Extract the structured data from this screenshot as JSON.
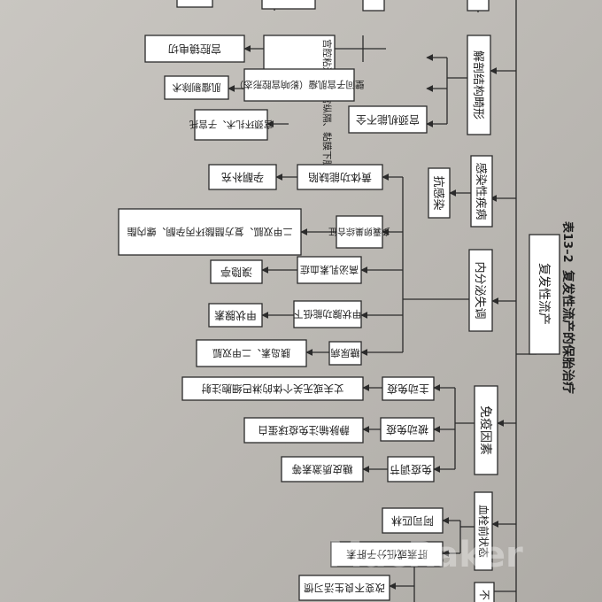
{
  "table": {
    "number": "表13–2",
    "title": "复发性流产的保胎治疗"
  },
  "root": {
    "label": "复发性流产"
  },
  "cause_nodes": {
    "anatomy": "解剖结构畸形",
    "infection": "感染性疾病",
    "endocrine": "内分泌失调",
    "immune": "免疫因素",
    "thrombo": "血栓前状态",
    "partial": "不"
  },
  "anatomy_branches": {
    "a1": "宫腔粘连、子宫纵隔、黏膜下肌瘤",
    "a1_treat": "宫腔镜电切",
    "a2": "壁间子宫肌瘤（影响宫腔形态）",
    "a2_treat": "肌瘤剔除术",
    "a3": "宫颈机能不全",
    "a3_treat": "宫颈环扎术、子宫托"
  },
  "infection_branch": {
    "treat": "抗感染"
  },
  "endocrine_branches": {
    "e1": "黄体功能缺陷",
    "e1_treat": "孕酮补充",
    "e2": "多囊卵巢综合征",
    "e2_treat": "二甲双胍、复方醋酸环丙孕酮、螺内酯",
    "e3": "高泌乳素血症",
    "e3_treat": "溴隐亭",
    "e4": "甲状腺功能低下",
    "e4_treat": "甲状腺素",
    "e5": "糖尿病",
    "e5_treat": "胰岛素、二甲双胍"
  },
  "immune_branches": {
    "i1": "主动免疫",
    "i1_treat": "丈夫或无关个体的淋巴细胞注射",
    "i2": "被动免疫",
    "i2_treat": "静脉输注免疫球蛋白",
    "i3": "免疫调节",
    "i3_treat": "糖皮质激素等"
  },
  "thrombo_branches": {
    "t1": "阿司匹林",
    "t2": "肝素或低分子肝素"
  },
  "partial_branch": {
    "t1": "改变不良生活习惯"
  },
  "watermark": "MacRaker"
}
